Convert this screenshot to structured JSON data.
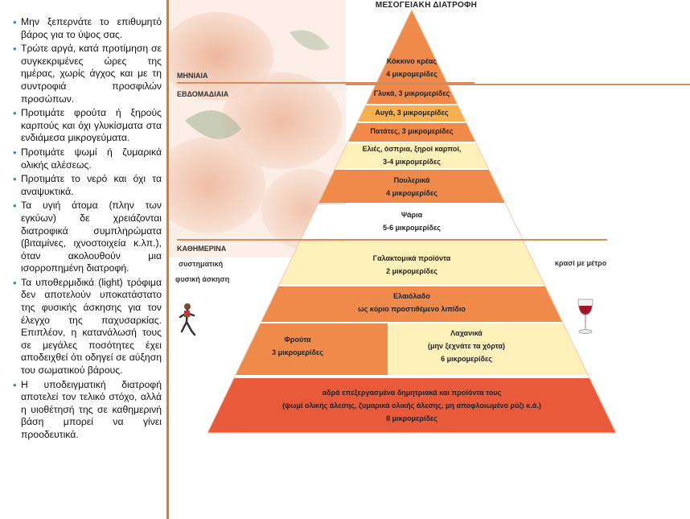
{
  "tips": [
    "Μην ξεπερνάτε το επιθυμητό βάρος για το ύψος σας.",
    "Τρώτε αργά, κατά προτίμηση σε συγκεκριμένες ώρες της ημέρας, χωρίς άγχος και με τη συντροφιά προσφιλών προσώπων.",
    "Προτιμάτε φρούτα ή ξηρούς καρπούς και όχι γλυκίσματα στα ενδιάμεσα μικρογεύματα.",
    "Προτιμάτε ψωμί ή ζυμαρικά ολικής αλέσεως.",
    "Προτιμάτε το νερό και όχι τα αναψυκτικά.",
    "Τα υγιή άτομα (πλην των εγκύων) δε χρειάζονται διατροφικά συμπληρώματα (βιταμίνες, ιχνοστοιχεία κ.λπ.), όταν ακολουθούν μια ισορροπημένη διατροφή.",
    "Τα υποθερμιδικά (light) τρόφιμα δεν αποτελούν υποκατάστατο της φυσικής άσκησης για τον έλεγχο της παχυσαρκίας. Επιπλέον, η κατανάλωσή τους σε μεγάλες ποσότητες έχει αποδειχθεί ότι οδηγεί σε αύξηση του σωματικού βάρους.",
    "Η υποδειγματική διατροφή αποτελεί τον τελικό στόχο, αλλά η υιοθέτησή της σε καθημερινή βάση μπορεί να γίνει προοδευτικά."
  ],
  "pyramid": {
    "title": "ΜΕΣΟΓΕΙΑΚΗ ΔΙΑΤΡΟΦΗ",
    "monthly": "ΜΗΝΙΑΙΑ",
    "weekly": "ΕΒΔΟΜΑΔΙΑΙΑ",
    "daily": "ΚΑΘΗΜΕΡΙΝΑ",
    "exercise_line1": "συστηματική",
    "exercise_line2": "φυσική άσκηση",
    "wine": "κρασί με μέτρο",
    "tiers": {
      "red_meat_1": "Κόκκινο κρέας",
      "red_meat_2": "4 μικρομερίδες",
      "sweets": "Γλυκά, 3 μικρομερίδες",
      "eggs": "Αυγά, 3 μικρομερίδες",
      "potatoes": "Πατάτες, 3 μικρομερίδες",
      "olives_1": "Ελιές, όσπρια, ξηροί καρποί,",
      "olives_2": "3-4 μικρομερίδες",
      "poultry_1": "Πουλερικά",
      "poultry_2": "4 μικρομερίδες",
      "fish_1": "Ψάρια",
      "fish_2": "5-6 μικρομερίδες",
      "dairy_1": "Γαλακτομικά προϊόντα",
      "dairy_2": "2 μικρομερίδες",
      "oil_1": "Ελαιόλαδο",
      "oil_2": "ως κύριο προστιθέμενο λιπίδιο",
      "fruit_1": "Φρούτα",
      "fruit_2": "3 μικρομερίδες",
      "veg_1": "Λαχανικά",
      "veg_2": "(μην ξεχνάτε τα χόρτα)",
      "veg_3": "6 μικρομερίδες",
      "cereal_1": "αδρά επεξεργασμένα δημητριακά και προϊόντα τους",
      "cereal_2": "(ψωμί ολικής άλεσης, ζυμαρικά ολικής άλεσης, μη αποφλοιωμένο ρύζι κ.ά.)",
      "cereal_3": "8 μικρομερίδες"
    }
  },
  "colors": {
    "accent_orange": "#e07a2a",
    "tier_dark_orange": "#f08a4a",
    "tier_light_yellow": "#fdf0b8",
    "tier_white": "#ffffff",
    "tier_red": "#e85a3a",
    "bullet_blue": "#2a8fb5"
  }
}
